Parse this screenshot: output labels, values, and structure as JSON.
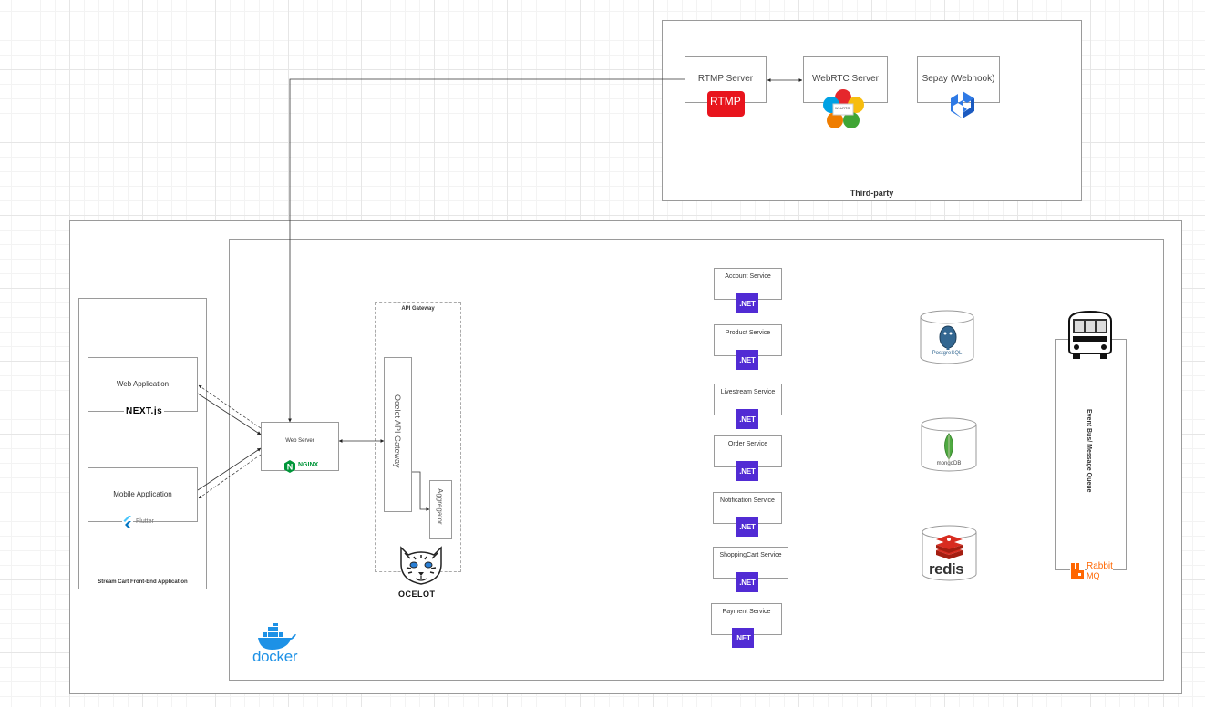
{
  "third_party": {
    "title": "Third-party",
    "rtmp": {
      "label": "RTMP Server",
      "logo": "RTMP"
    },
    "webrtc": {
      "label": "WebRTC Server",
      "logo": "WebRTC"
    },
    "sepay": {
      "label": "Sepay (Webhook)"
    }
  },
  "frontend": {
    "title": "Stream Cart  Front-End Application",
    "web_app": {
      "label": "Web Application",
      "logo": "NEXT.js"
    },
    "mobile_app": {
      "label": "Mobile Application",
      "logo": "Flutter"
    }
  },
  "web_server": {
    "label": "Web Server",
    "logo": "NGINX"
  },
  "api_gateway": {
    "title": "API Gateway",
    "ocelot": "Ocelot API Gateway",
    "aggregator": "Aggregator",
    "logo": "OCELOT"
  },
  "services": [
    {
      "label": "Account Service",
      "badge": ".NET"
    },
    {
      "label": "Product Service",
      "badge": ".NET"
    },
    {
      "label": "Livestream Service",
      "badge": ".NET"
    },
    {
      "label": "Order Service",
      "badge": ".NET"
    },
    {
      "label": "Notification Service",
      "badge": ".NET"
    },
    {
      "label": "ShoppingCart Service",
      "badge": ".NET"
    },
    {
      "label": "Payment Service",
      "badge": ".NET"
    }
  ],
  "databases": {
    "postgres": "PostgreSQL",
    "mongo": "mongoDB",
    "redis": "redis"
  },
  "event_bus": {
    "label": "Event Bus/ Message Queue",
    "logo_line1": "Rabbit",
    "logo_line2": "MQ"
  },
  "docker": {
    "logo": "docker"
  },
  "colors": {
    "dotnet": "#512bd4",
    "nginx": "#009639",
    "rabbit": "#ff6600",
    "docker": "#1d91e6",
    "redis": "#d82c20",
    "rtmp": "#e8141d"
  }
}
